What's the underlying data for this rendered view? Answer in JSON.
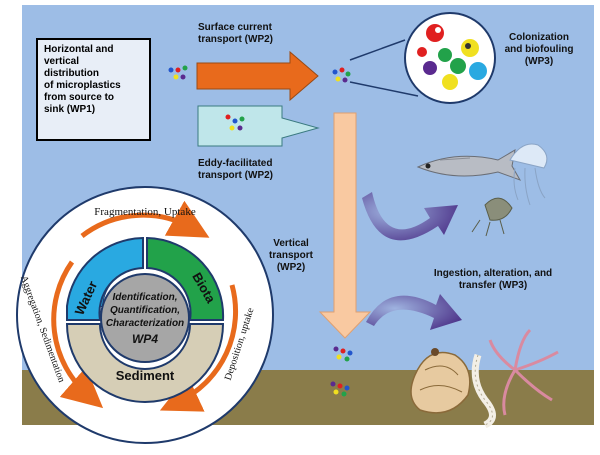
{
  "wp1": {
    "lines": [
      "Horizontal and",
      "vertical",
      "distribution",
      "of microplastics",
      "from source to",
      "sink (WP1)"
    ]
  },
  "surface": {
    "lines": [
      "Surface current",
      "transport (WP2)"
    ]
  },
  "eddy": {
    "lines": [
      "Eddy-facilitated",
      "transport (WP2)"
    ]
  },
  "colonization": {
    "lines": [
      "Colonization",
      "and biofouling",
      "(WP3)"
    ]
  },
  "vertical": {
    "lines": [
      "Vertical",
      "transport",
      "(WP2)"
    ]
  },
  "ingestion": {
    "lines": [
      "Ingestion, alteration, and",
      "transfer (WP3)"
    ]
  },
  "wheel": {
    "fragmentation": "Fragmentation, Uptake",
    "aggregation": "Aggregation, Sedimentation",
    "deposition": "Deposition, uptake",
    "water": "Water",
    "biota": "Biota",
    "sediment": "Sediment",
    "center": [
      "Identification,",
      "Quantification,",
      "Characterization",
      "WP4"
    ]
  },
  "colors": {
    "ocean": "#9dbde6",
    "seafloor": "#8a7c4a",
    "water_seg": "#29a9e1",
    "biota_seg": "#22a24a",
    "sediment_seg": "#d6ceb6",
    "core": "#a6a6a6",
    "arrow_orange": "#e86a1c",
    "arrow_peach": "#f9c9a1",
    "arrow_purple": "#5b3e8f"
  }
}
